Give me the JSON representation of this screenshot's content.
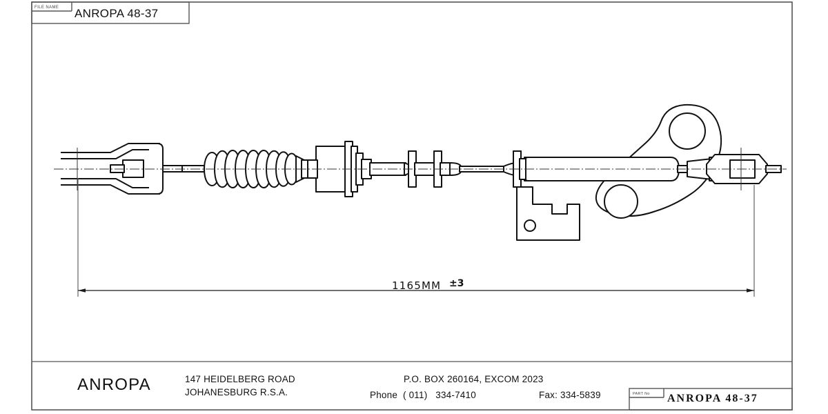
{
  "drawing": {
    "title_block_top": {
      "label": "FILE NAME",
      "value": "ANROPA 48-37"
    },
    "title_block_bottom": {
      "label": "PART No",
      "value": "ANROPA 48-37"
    },
    "dimension": {
      "value": "1165MM",
      "tolerance": "±3"
    },
    "footer": {
      "brand": "ANROPA",
      "address_line1": "147 HEIDELBERG ROAD",
      "address_line2": "JOHANESBURG R.S.A.",
      "po_box": "P.O. BOX 260164, EXCOM 2023",
      "phone": "Phone  ( 011)   334-7410",
      "fax": "Fax: 334-5839"
    },
    "colors": {
      "line": "#1a1a1a",
      "frame": "#555555",
      "background": "#ffffff"
    },
    "components": [
      "clevis-fork-end",
      "rubber-bellows-boot",
      "threaded-housing",
      "inner-rod",
      "ferrule-collars",
      "mounting-bracket",
      "bellcrank-lever",
      "eyelet-end-fitting"
    ]
  }
}
